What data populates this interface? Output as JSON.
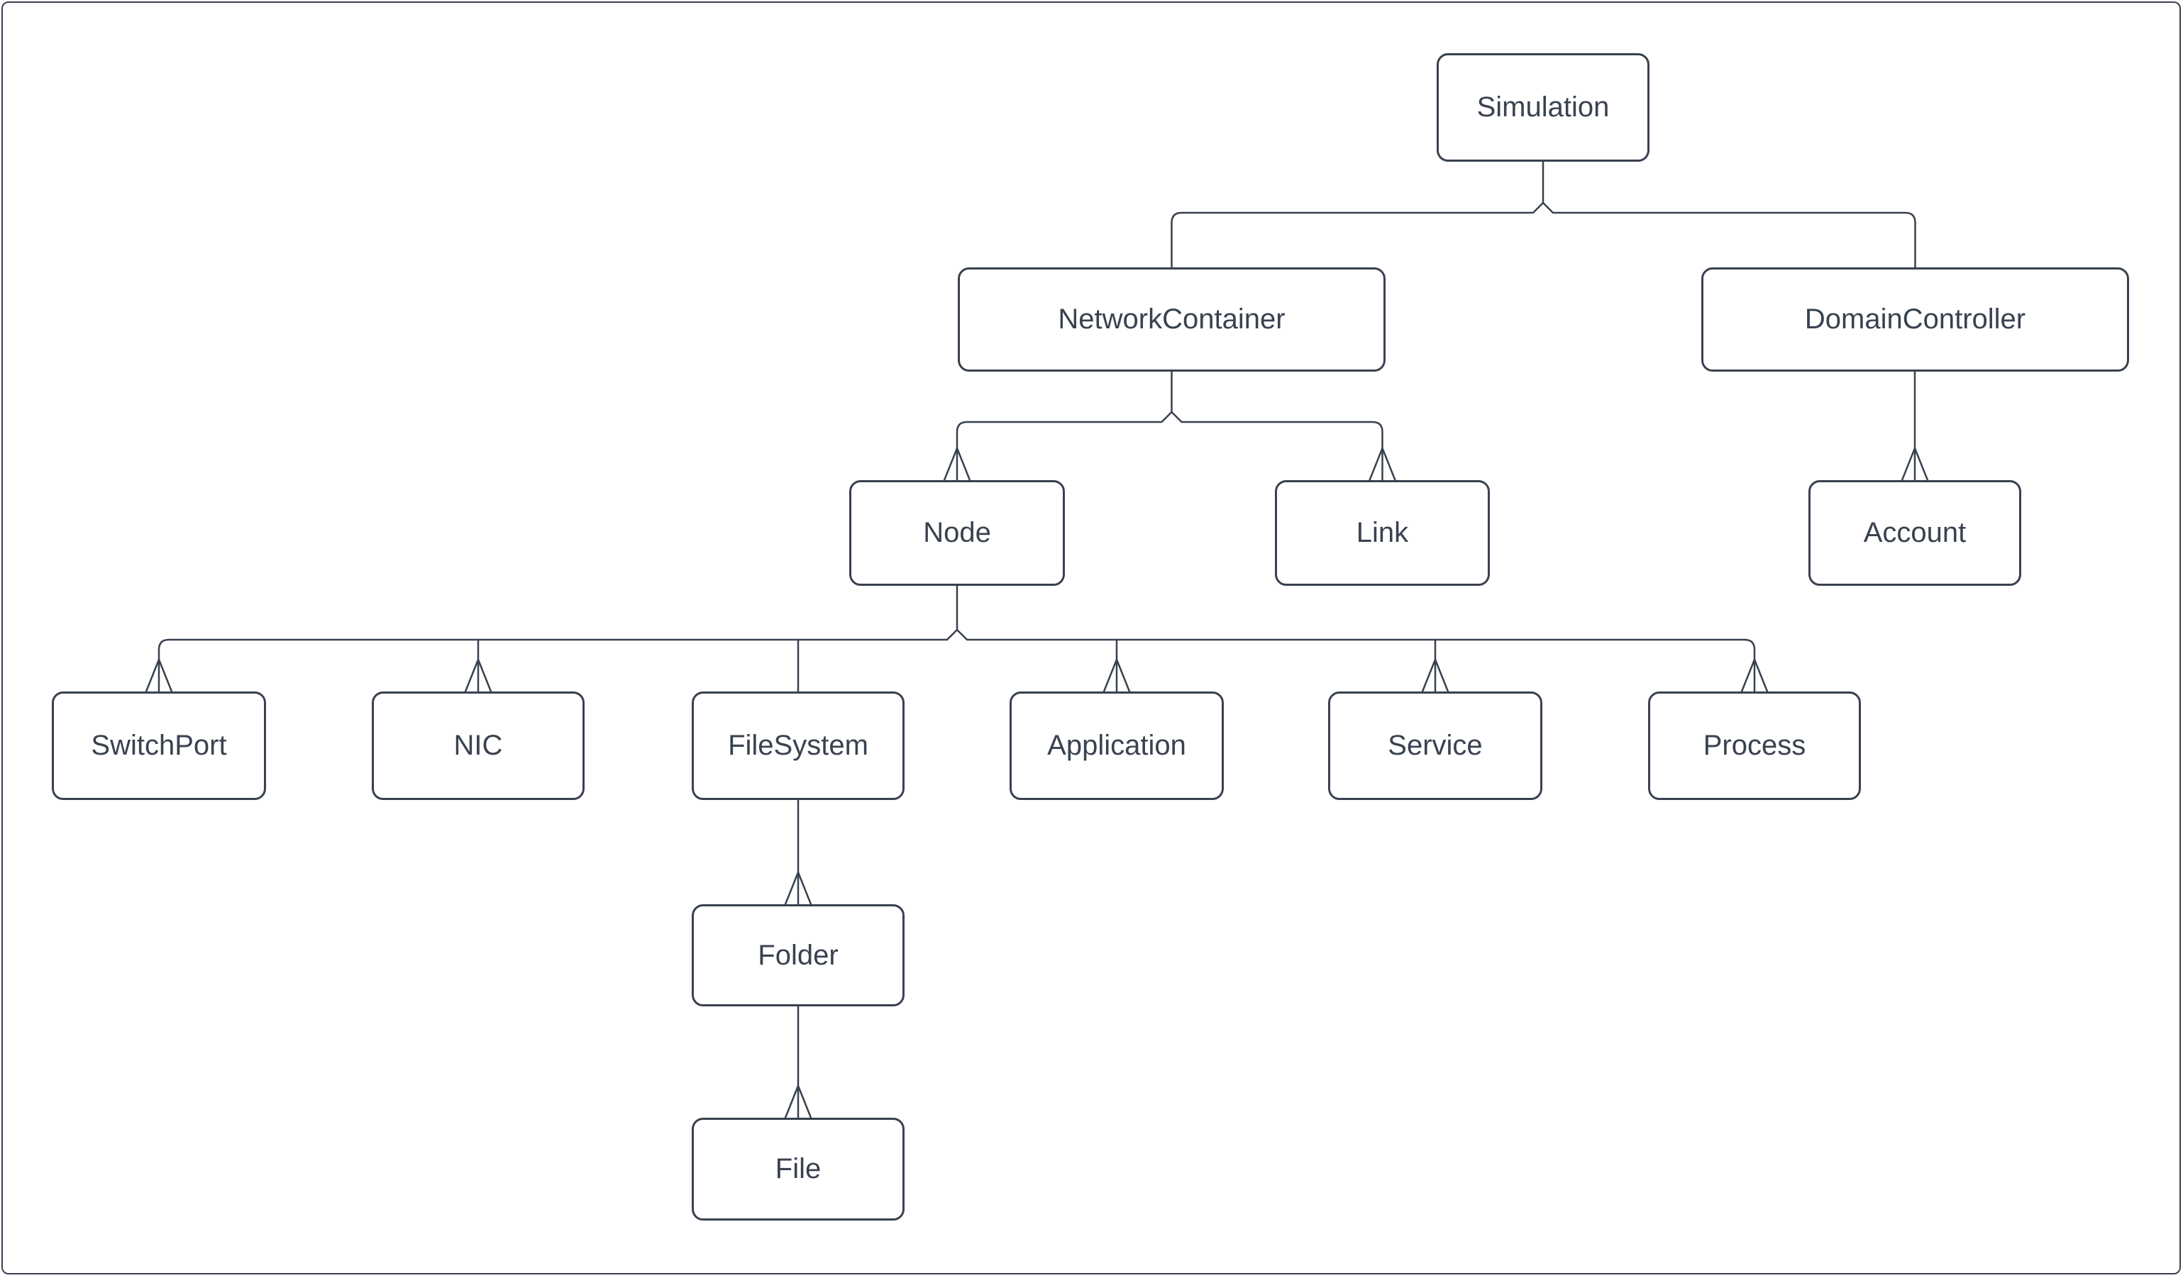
{
  "diagram": {
    "nodes": {
      "simulation": {
        "label": "Simulation"
      },
      "networkContainer": {
        "label": "NetworkContainer"
      },
      "domainController": {
        "label": "DomainController"
      },
      "node": {
        "label": "Node"
      },
      "link": {
        "label": "Link"
      },
      "account": {
        "label": "Account"
      },
      "switchPort": {
        "label": "SwitchPort"
      },
      "nic": {
        "label": "NIC"
      },
      "fileSystem": {
        "label": "FileSystem"
      },
      "application": {
        "label": "Application"
      },
      "service": {
        "label": "Service"
      },
      "process": {
        "label": "Process"
      },
      "folder": {
        "label": "Folder"
      },
      "file": {
        "label": "File"
      }
    },
    "edges": [
      {
        "from": "Simulation",
        "to": "NetworkContainer",
        "arrowhead": false
      },
      {
        "from": "Simulation",
        "to": "DomainController",
        "arrowhead": false
      },
      {
        "from": "NetworkContainer",
        "to": "Node",
        "arrowhead": true
      },
      {
        "from": "NetworkContainer",
        "to": "Link",
        "arrowhead": true
      },
      {
        "from": "DomainController",
        "to": "Account",
        "arrowhead": true
      },
      {
        "from": "Node",
        "to": "SwitchPort",
        "arrowhead": true
      },
      {
        "from": "Node",
        "to": "NIC",
        "arrowhead": true
      },
      {
        "from": "Node",
        "to": "FileSystem",
        "arrowhead": false
      },
      {
        "from": "Node",
        "to": "Application",
        "arrowhead": true
      },
      {
        "from": "Node",
        "to": "Service",
        "arrowhead": true
      },
      {
        "from": "Node",
        "to": "Process",
        "arrowhead": true
      },
      {
        "from": "FileSystem",
        "to": "Folder",
        "arrowhead": true
      },
      {
        "from": "Folder",
        "to": "File",
        "arrowhead": true
      }
    ],
    "colors": {
      "stroke": "#39414F",
      "text": "#3A4250",
      "background": "#FFFFFF"
    }
  }
}
